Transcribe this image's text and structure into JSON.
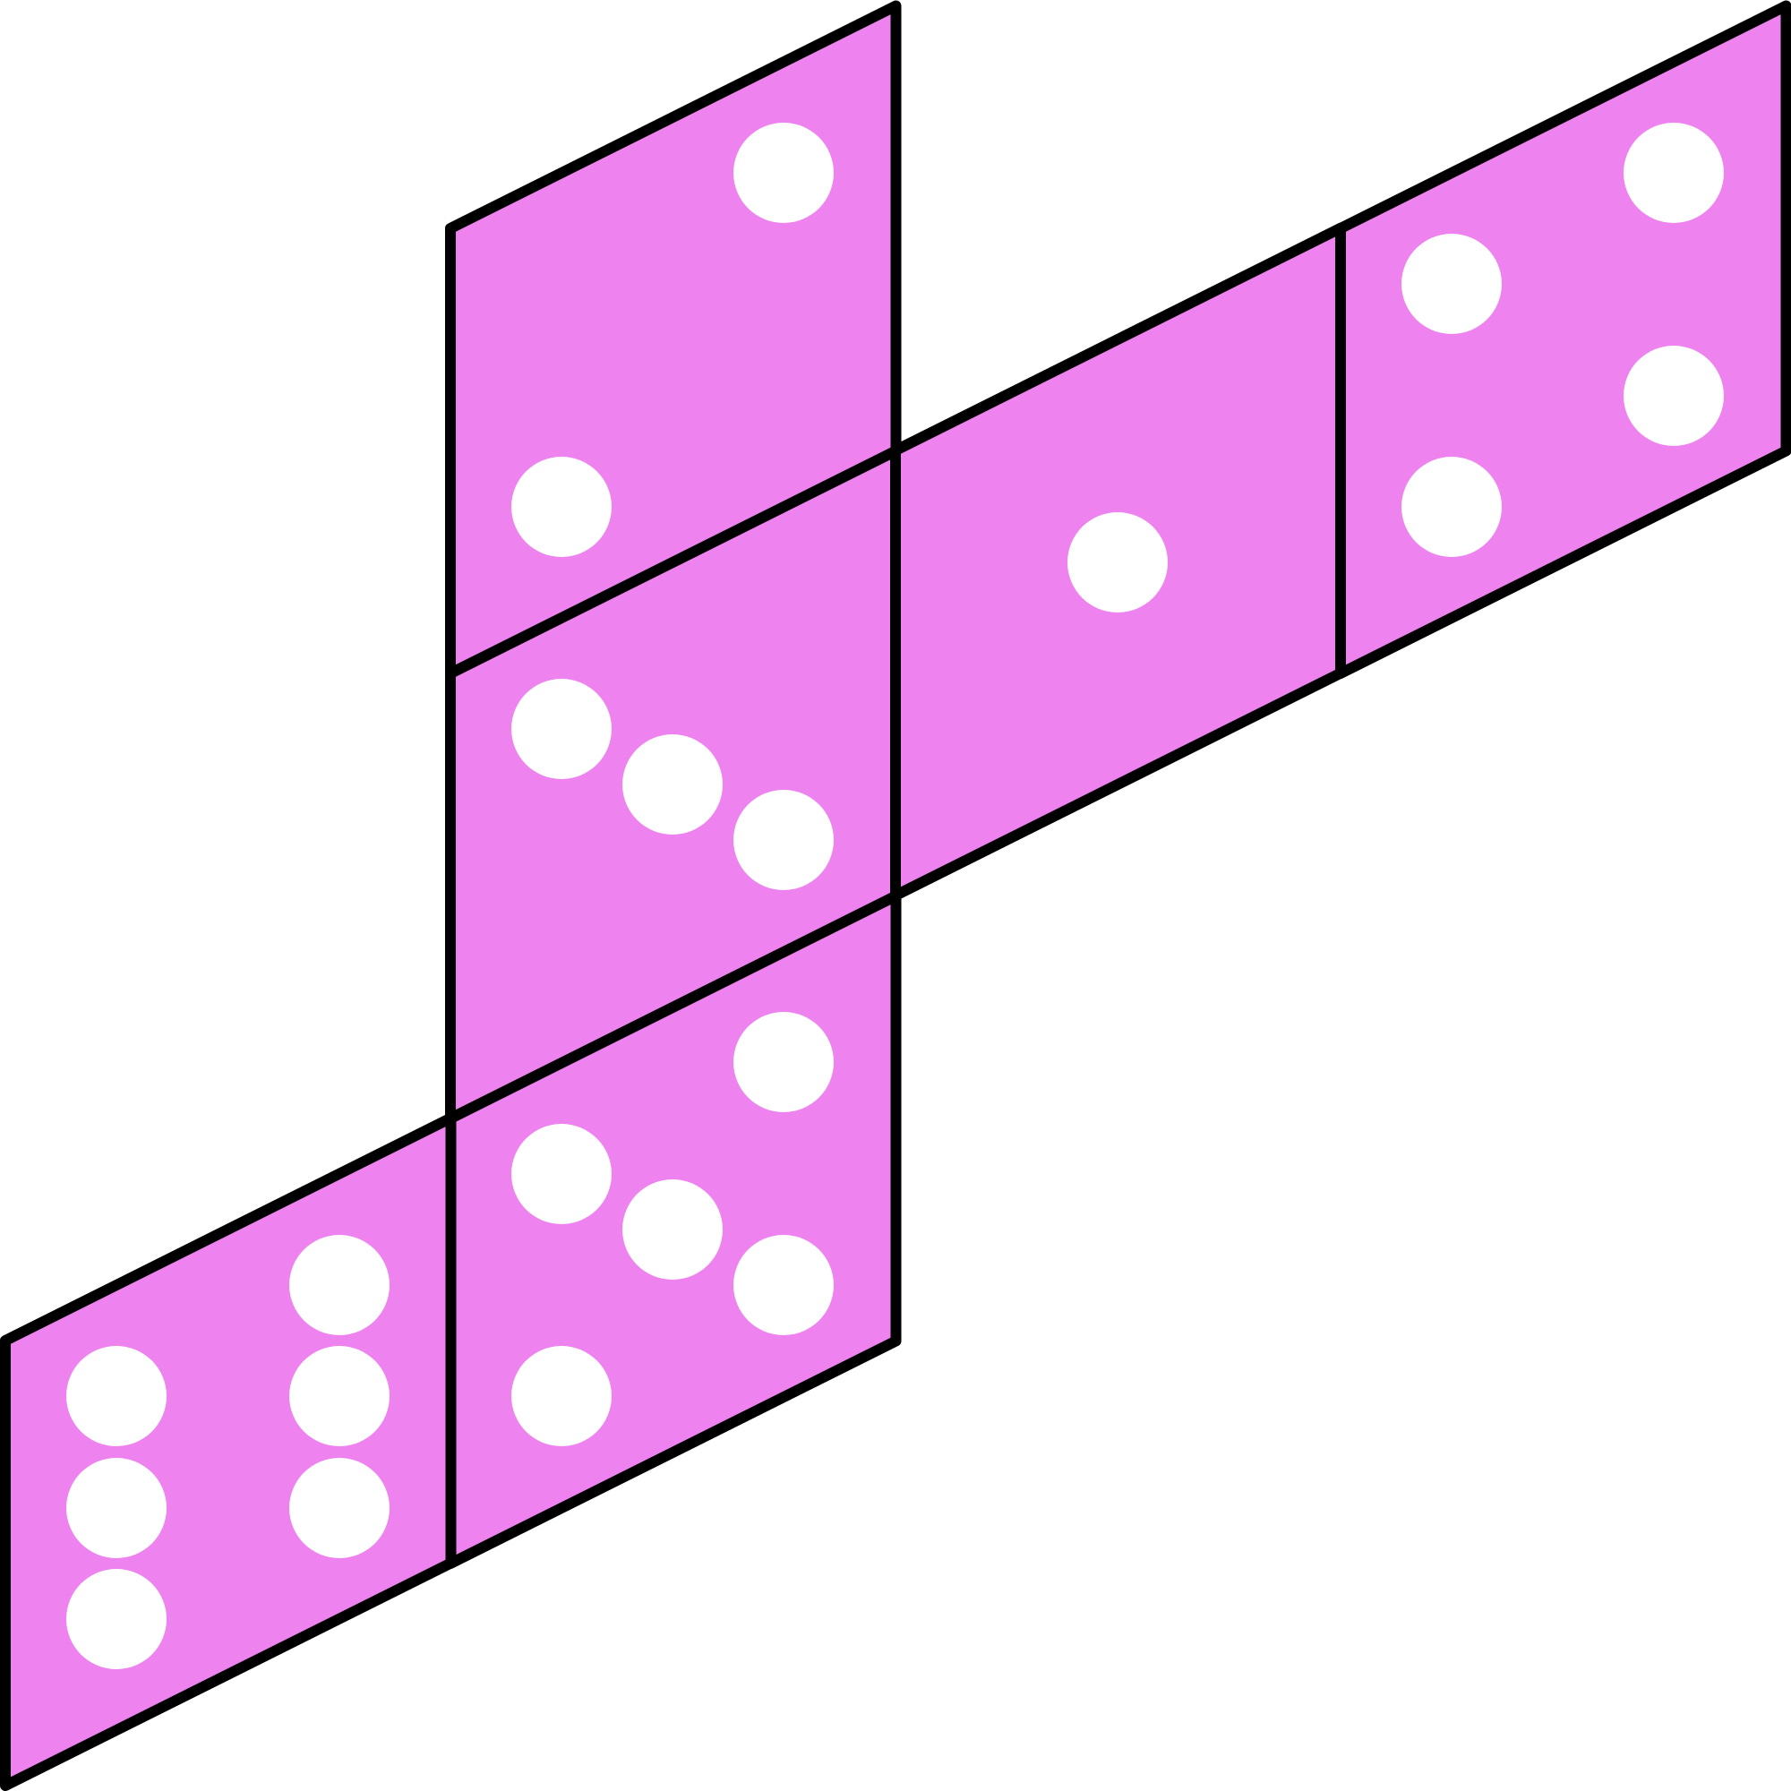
{
  "diagram": {
    "type": "net of a cube (die)",
    "colors": {
      "face_fill": "#EE82EE",
      "face_stroke": "#000000",
      "pip_fill": "#FFFFFF"
    },
    "faces": [
      {
        "id": "face-top",
        "pips": 2
      },
      {
        "id": "face-upper-middle",
        "pips": 3
      },
      {
        "id": "face-lower-middle",
        "pips": 5
      },
      {
        "id": "face-bottom-left",
        "pips": 6
      },
      {
        "id": "face-right-center",
        "pips": 1
      },
      {
        "id": "face-far-right",
        "pips": 4
      }
    ]
  }
}
